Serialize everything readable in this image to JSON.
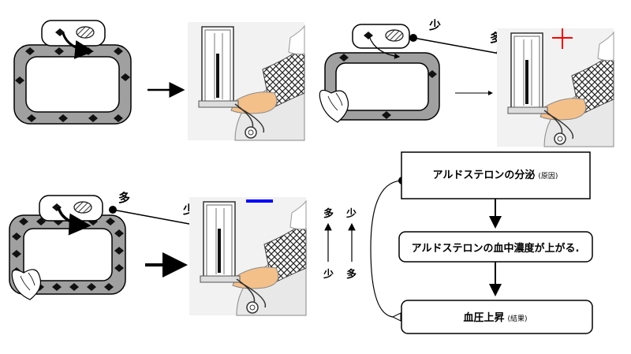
{
  "labels": {
    "many": "多",
    "few": "少"
  },
  "flow": {
    "box1_main": "アルドステロンの分泌",
    "box1_note": "(原因)",
    "box2_main": "アルドステロンの血中濃度が上がる.",
    "box3_main": "血圧上昇",
    "box3_note": "(結果)"
  },
  "colors": {
    "plus_mark": "#ff0000",
    "minus_mark": "#0000ff",
    "vessel_wall": "#a0a0a0",
    "cuff_skin": "#f4c08a"
  },
  "icons": {
    "plus": "plus-icon",
    "minus": "minus-icon",
    "heart": "heart-icon",
    "gland": "gland-icon"
  }
}
